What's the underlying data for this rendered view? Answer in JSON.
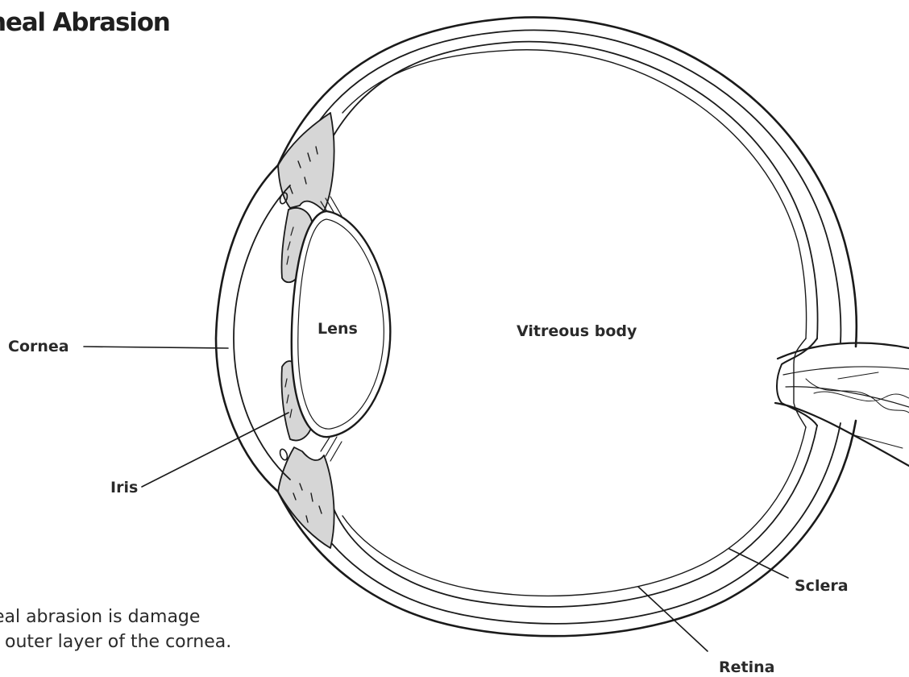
{
  "title": "neal Abrasion",
  "labels": {
    "cornea": "Cornea",
    "iris": "Iris",
    "lens": "Lens",
    "vitreous_body": "Vitreous body",
    "sclera": "Sclera",
    "retina": "Retina"
  },
  "caption": {
    "line1": "neal abrasion is damage",
    "line2": "outer layer of the cornea."
  },
  "colors": {
    "ink": "#1a1a1a",
    "tissue_fill": "#d6d6d6",
    "paper": "#ffffff"
  }
}
